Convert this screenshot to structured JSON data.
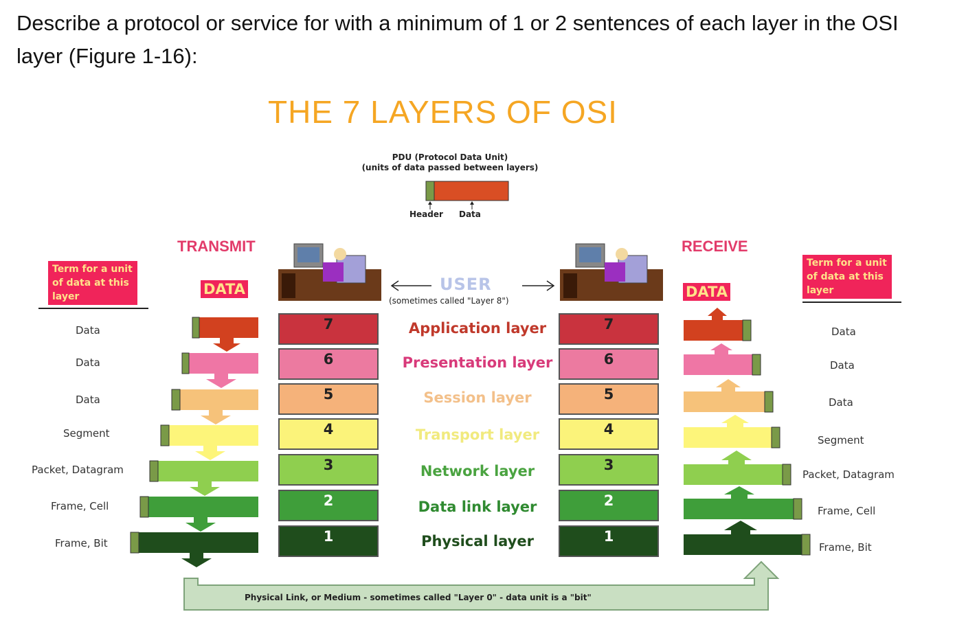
{
  "question": "Describe a protocol or service for with a minimum of 1 or 2 sentences of each layer in the OSI layer (Figure 1-16):",
  "figure": {
    "title": "THE 7 LAYERS OF OSI",
    "pdu": {
      "line1": "PDU (Protocol Data Unit)",
      "line2": "(units of data passed between layers)",
      "header_label": "Header",
      "data_label": "Data"
    },
    "transmit": "TRANSMIT",
    "receive": "RECEIVE",
    "term_box": "Term for a unit of data at this layer",
    "data_tag": "DATA",
    "user": "USER",
    "user_note": "(sometimes called \"Layer 8\")",
    "medium": "Physical Link, or Medium  -  sometimes called \"Layer 0\"  -  data unit is a \"bit\"",
    "layers": [
      {
        "num": "7",
        "name": "Application layer",
        "unit": "Data",
        "color": "#c9333e",
        "text_color": "#c0392b"
      },
      {
        "num": "6",
        "name": "Presentation layer",
        "unit": "Data",
        "color": "#ec7aa0",
        "text_color": "#d83a7a"
      },
      {
        "num": "5",
        "name": "Session layer",
        "unit": "Data",
        "color": "#f5b27a",
        "text_color": "#f3c08a"
      },
      {
        "num": "4",
        "name": "Transport layer",
        "unit": "Segment",
        "color": "#fbf37a",
        "text_color": "#f1ea7e"
      },
      {
        "num": "3",
        "name": "Network layer",
        "unit": "Packet, Datagram",
        "color": "#8fcf4f",
        "text_color": "#4aa340"
      },
      {
        "num": "2",
        "name": "Data link layer",
        "unit": "Frame, Cell",
        "color": "#3f9e3a",
        "text_color": "#2f8a30"
      },
      {
        "num": "1",
        "name": "Physical layer",
        "unit": "Frame, Bit",
        "color": "#1f4d1c",
        "text_color": "#1f4d1c"
      }
    ]
  }
}
